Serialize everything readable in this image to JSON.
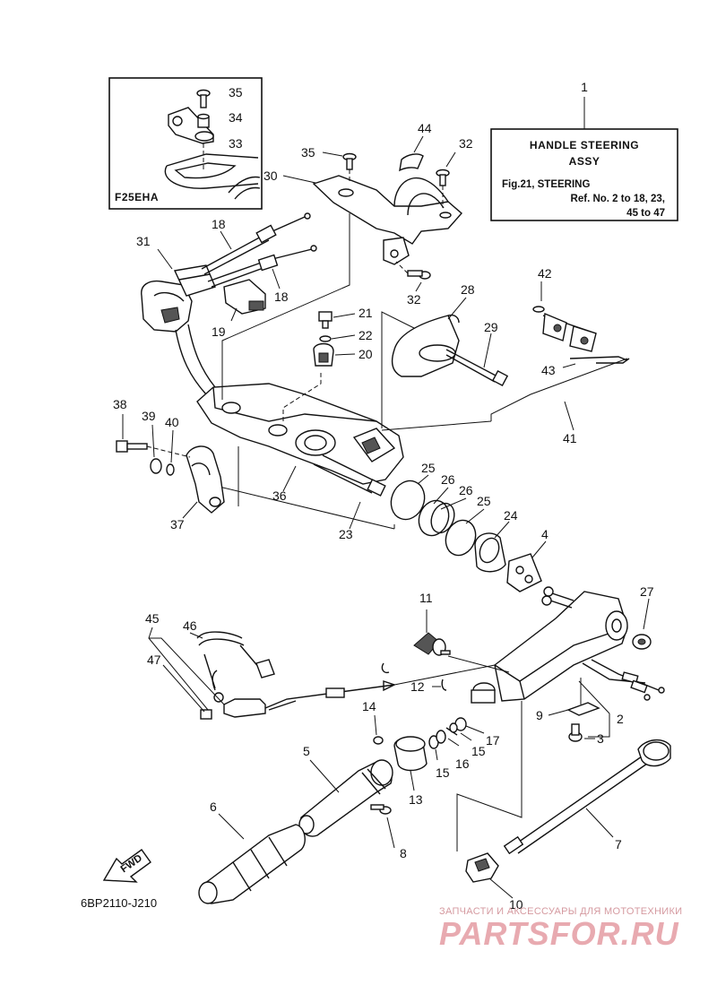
{
  "info_box": {
    "ref_number": "1",
    "title_line1": "HANDLE  STEERING",
    "title_line2": "ASSY",
    "ref_line1": "Fig.21, STEERING",
    "ref_line2": "Ref. No. 2 to 18, 23,",
    "ref_line3": "45 to 47"
  },
  "inset": {
    "model_label": "F25EHA"
  },
  "diagram_code": "6BP2110-J210",
  "fwd_label": "FWD",
  "watermark": {
    "tagline": "ЗАПЧАСТИ И АКСЕССУАРЫ ДЛЯ МОТОТЕХНИКИ",
    "brand": "PARTSFOR.RU"
  },
  "callouts": {
    "c35a": "35",
    "c34": "34",
    "c33": "33",
    "c44": "44",
    "c32a": "32",
    "c35b": "35",
    "c30": "30",
    "c32b": "32",
    "c18a": "18",
    "c31": "31",
    "c18b": "18",
    "c19": "19",
    "c21": "21",
    "c22": "22",
    "c20": "20",
    "c28": "28",
    "c29": "29",
    "c42": "42",
    "c43": "43",
    "c41": "41",
    "c38": "38",
    "c39": "39",
    "c40": "40",
    "c36": "36",
    "c37": "37",
    "c25a": "25",
    "c26a": "26",
    "c26b": "26",
    "c25b": "25",
    "c24": "24",
    "c23": "23",
    "c4": "4",
    "c27": "27",
    "c11": "11",
    "c45": "45",
    "c46": "46",
    "c47": "47",
    "c12": "12",
    "c9": "9",
    "c2": "2",
    "c3": "3",
    "c14": "14",
    "c17": "17",
    "c15a": "15",
    "c16": "16",
    "c15b": "15",
    "c13": "13",
    "c5": "5",
    "c6": "6",
    "c8": "8",
    "c7": "7",
    "c10": "10"
  }
}
